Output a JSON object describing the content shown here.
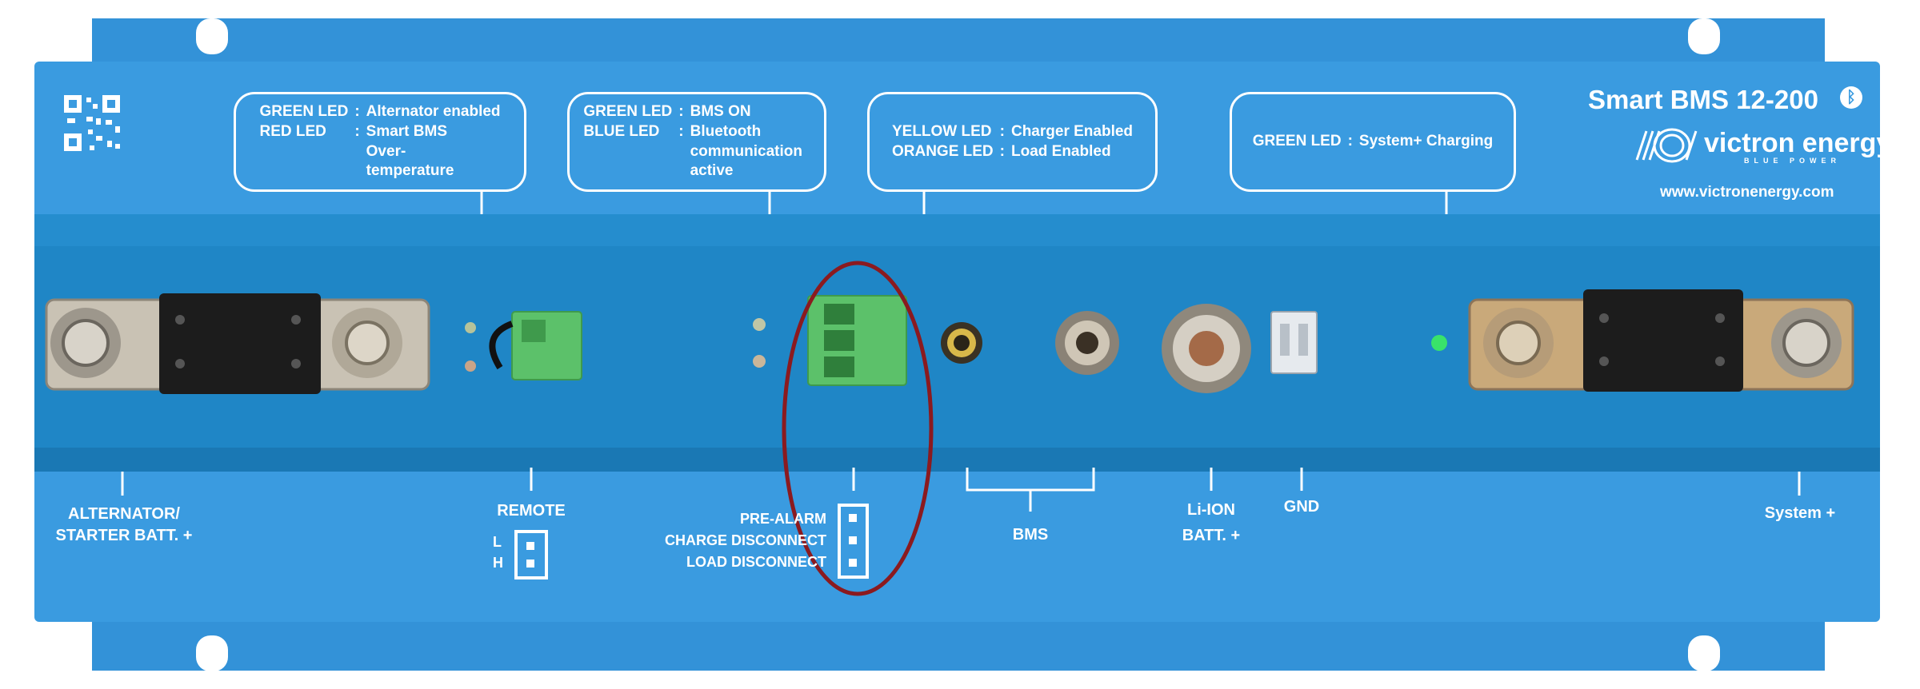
{
  "product": {
    "model": "Smart BMS 12-200",
    "brand": "victron energy",
    "tagline": "BLUE POWER",
    "url": "www.victronenergy.com",
    "bluetooth_icon": "bluetooth-icon",
    "qr_icon": "qr-code-icon"
  },
  "led_legends": [
    {
      "rows": [
        [
          "GREEN LED",
          ":",
          "Alternator enabled"
        ],
        [
          "RED LED",
          ":",
          "Smart BMS Over-temperature"
        ]
      ]
    },
    {
      "rows": [
        [
          "GREEN LED",
          ":",
          "BMS ON"
        ],
        [
          "BLUE LED",
          ":",
          "Bluetooth communication active"
        ]
      ]
    },
    {
      "rows": [
        [
          "YELLOW LED",
          ":",
          "Charger Enabled"
        ],
        [
          "ORANGE LED",
          ":",
          "Load Enabled"
        ]
      ]
    },
    {
      "rows": [
        [
          "GREEN LED",
          ":",
          "System+ Charging"
        ]
      ]
    }
  ],
  "terminals": {
    "alternator": "ALTERNATOR/\nSTARTER BATT. +",
    "alternator_l1": "ALTERNATOR/",
    "alternator_l2": "STARTER BATT. +",
    "remote": "REMOTE",
    "remote_pins": [
      "L",
      "H"
    ],
    "aux_pins": [
      "PRE-ALARM",
      "CHARGE DISCONNECT",
      "LOAD DISCONNECT"
    ],
    "bms": "BMS",
    "li_ion_l1": "Li-ION",
    "li_ion_l2": "BATT. +",
    "gnd": "GND",
    "system": "System +"
  },
  "colors": {
    "body": "#3a9be0",
    "band": "#1f86c6",
    "highlight_ellipse": "#8b1a1f",
    "connector_green": "#5cc16a",
    "led_green": "#39e36a"
  }
}
